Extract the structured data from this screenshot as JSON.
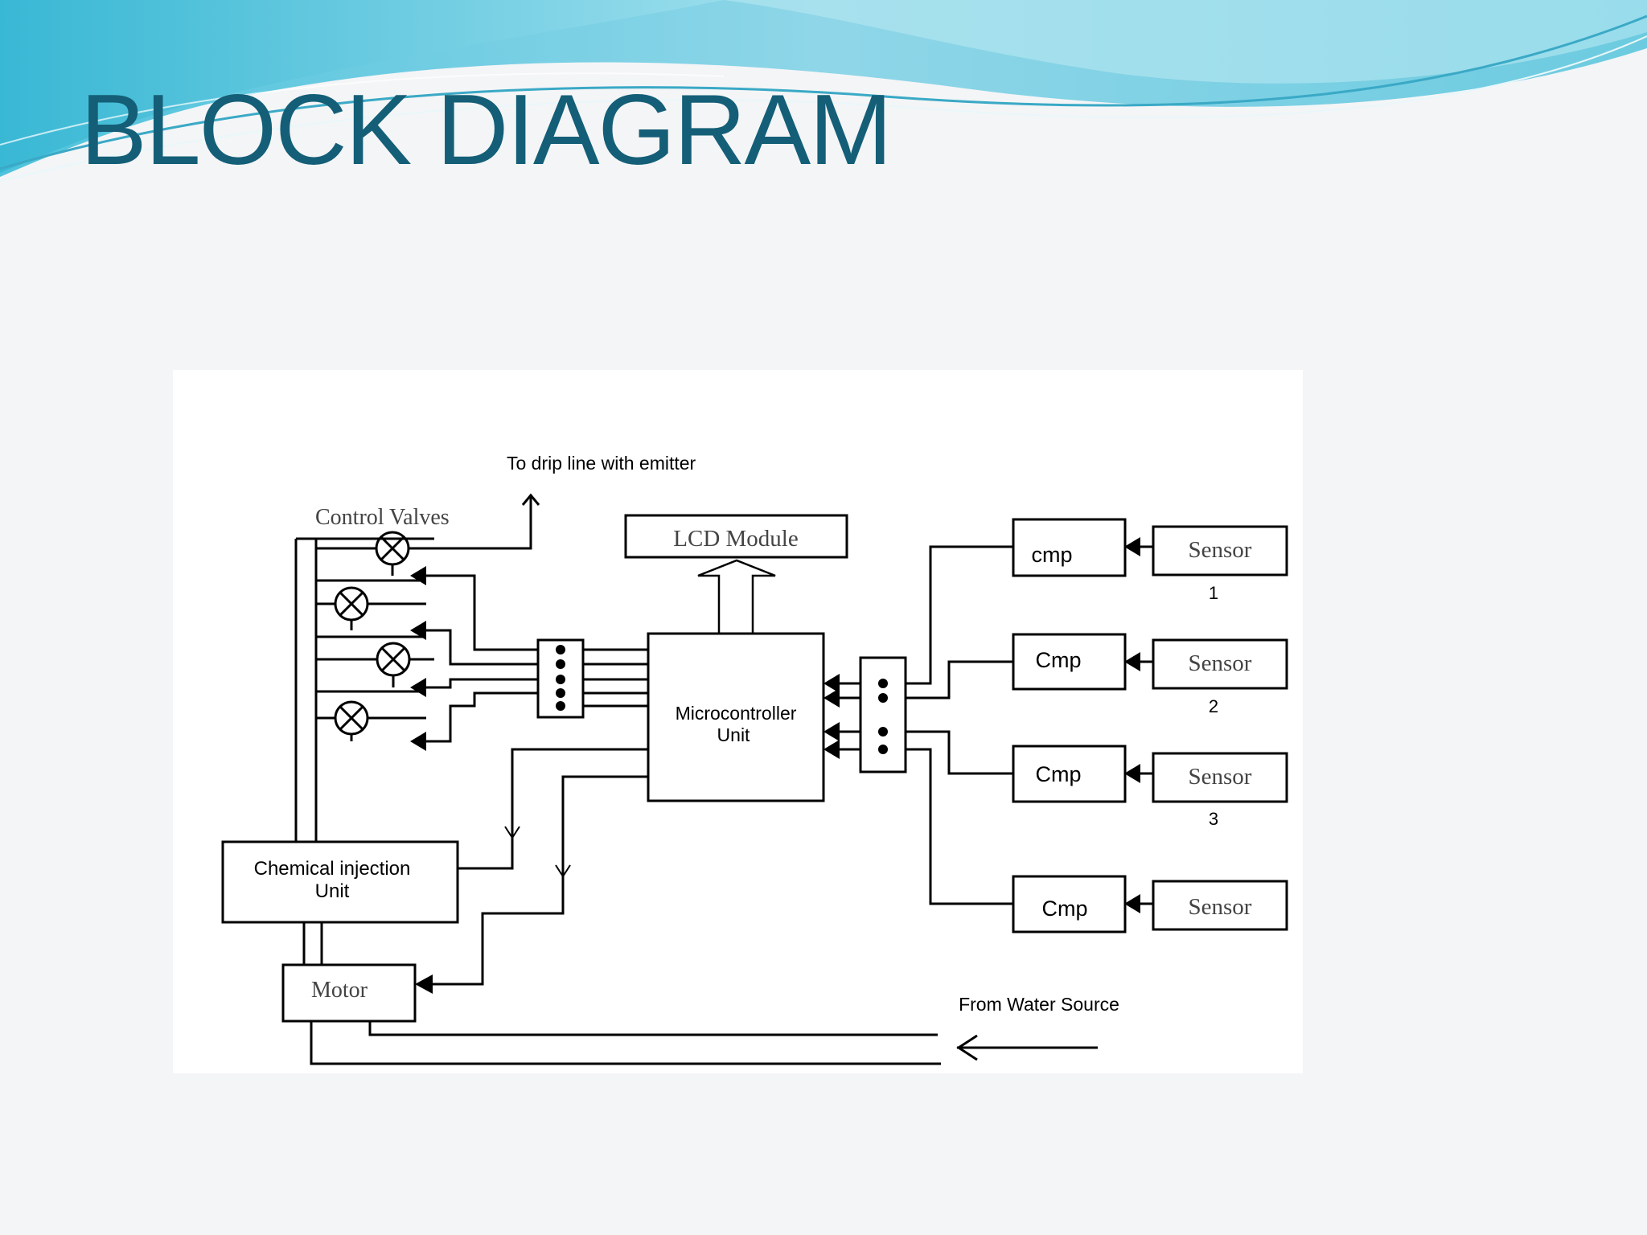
{
  "slide": {
    "title": "BLOCK DIAGRAM"
  },
  "diagram": {
    "labels": {
      "drip_line": "To drip line with emitter",
      "control_valves": "Control Valves",
      "lcd_module": "LCD Module",
      "microcontroller_line1": "Microcontroller",
      "microcontroller_line2": "Unit",
      "chemical_line1": "Chemical injection",
      "chemical_line2": "Unit",
      "motor": "Motor",
      "water_source": "From Water Source"
    },
    "comparators": [
      {
        "label": "cmp"
      },
      {
        "label": "Cmp"
      },
      {
        "label": "Cmp"
      },
      {
        "label": "Cmp"
      }
    ],
    "sensors": [
      {
        "label": "Sensor",
        "number": "1"
      },
      {
        "label": "Sensor",
        "number": "2"
      },
      {
        "label": "Sensor",
        "number": "3"
      },
      {
        "label": "Sensor",
        "number": ""
      }
    ]
  },
  "colors": {
    "title": "#145f77",
    "line": "#000000",
    "wave": "#5fc6dc"
  }
}
